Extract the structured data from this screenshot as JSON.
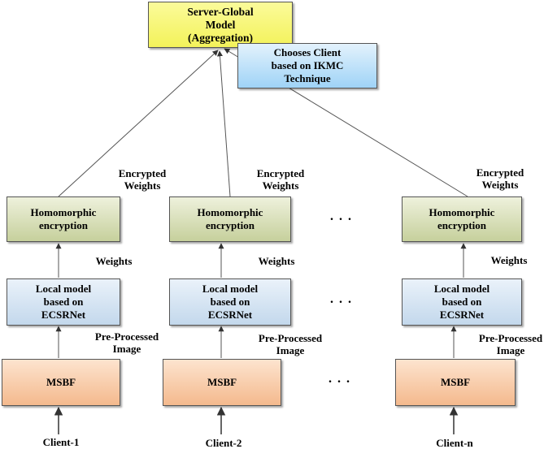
{
  "server": {
    "label": "Server-Global\nModel\n(Aggregation)",
    "color": "#f3f25a"
  },
  "selection": {
    "label": "Chooses Client\nbased on IKMC\nTechnique",
    "color": "#9fd3f7"
  },
  "columns": [
    {
      "client": "Client-1",
      "msbf": "MSBF",
      "preprocessed": "Pre-Processed\nImage",
      "local_model": "Local model\nbased on\nECSRNet",
      "weights": "Weights",
      "encryption": "Homomorphic\nencryption",
      "encrypted_weights": "Encrypted\nWeights"
    },
    {
      "client": "Client-2",
      "msbf": "MSBF",
      "preprocessed": "Pre-Processed\nImage",
      "local_model": "Local model\nbased on\nECSRNet",
      "weights": "Weights",
      "encryption": "Homomorphic\nencryption",
      "encrypted_weights": "Encrypted\nWeights"
    },
    {
      "client": "Client-n",
      "msbf": "MSBF",
      "preprocessed": "Pre-Processed\nImage",
      "local_model": "Local model\nbased on\nECSRNet",
      "weights": "Weights",
      "encryption": "Homomorphic\nencryption",
      "encrypted_weights": "Encrypted\nWeights"
    }
  ],
  "ellipsis": "...",
  "colors": {
    "encryption": "#c6d09c",
    "local_model": "#c3d8ec",
    "msbf": "#f4b98d",
    "line": "#555555"
  }
}
